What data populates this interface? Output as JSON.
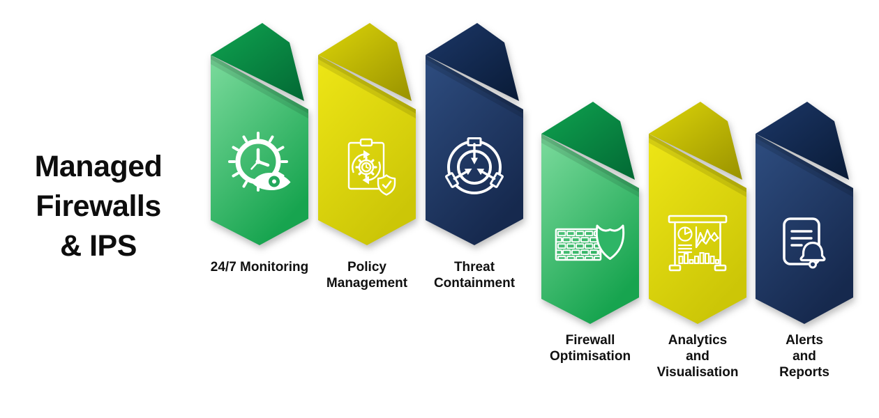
{
  "title": {
    "text": "Managed Firewalls & IPS",
    "lines": [
      "Managed",
      "Firewalls",
      "& IPS"
    ]
  },
  "banners": [
    {
      "label": "24/7 Monitoring",
      "label_lines": [
        "24/7 Monitoring"
      ],
      "color": "green",
      "icon": "clock-eye-icon"
    },
    {
      "label": "Policy Management",
      "label_lines": [
        "Policy",
        "Management"
      ],
      "color": "yellow",
      "icon": "clipboard-gear-shield-icon"
    },
    {
      "label": "Threat Containment",
      "label_lines": [
        "Threat",
        "Containment"
      ],
      "color": "navy",
      "icon": "containment-icon"
    },
    {
      "label": "Firewall Optimisation",
      "label_lines": [
        "Firewall",
        "Optimisation"
      ],
      "color": "green",
      "icon": "brick-wall-shield-icon"
    },
    {
      "label": "Analytics and Visualisation",
      "label_lines": [
        "Analytics",
        "and",
        "Visualisation"
      ],
      "color": "yellow",
      "icon": "analytics-board-icon"
    },
    {
      "label": "Alerts and Reports",
      "label_lines": [
        "Alerts",
        "and",
        "Reports"
      ],
      "color": "navy",
      "icon": "report-bell-icon"
    }
  ],
  "colors": {
    "green_light": "#7cdb9d",
    "green_dark": "#17a44f",
    "green_fold_light": "#0fa350",
    "green_fold_dark": "#036b35",
    "yellow_light": "#eee616",
    "yellow_dark": "#ccc607",
    "yellow_fold_light": "#ddd509",
    "yellow_fold_dark": "#9c9500",
    "navy_light": "#2e4d80",
    "navy_dark": "#16294e",
    "navy_fold_light": "#1c3767",
    "navy_fold_dark": "#0a1c39",
    "text": "#101010",
    "background": "#ffffff",
    "icon_stroke": "#ffffff"
  }
}
